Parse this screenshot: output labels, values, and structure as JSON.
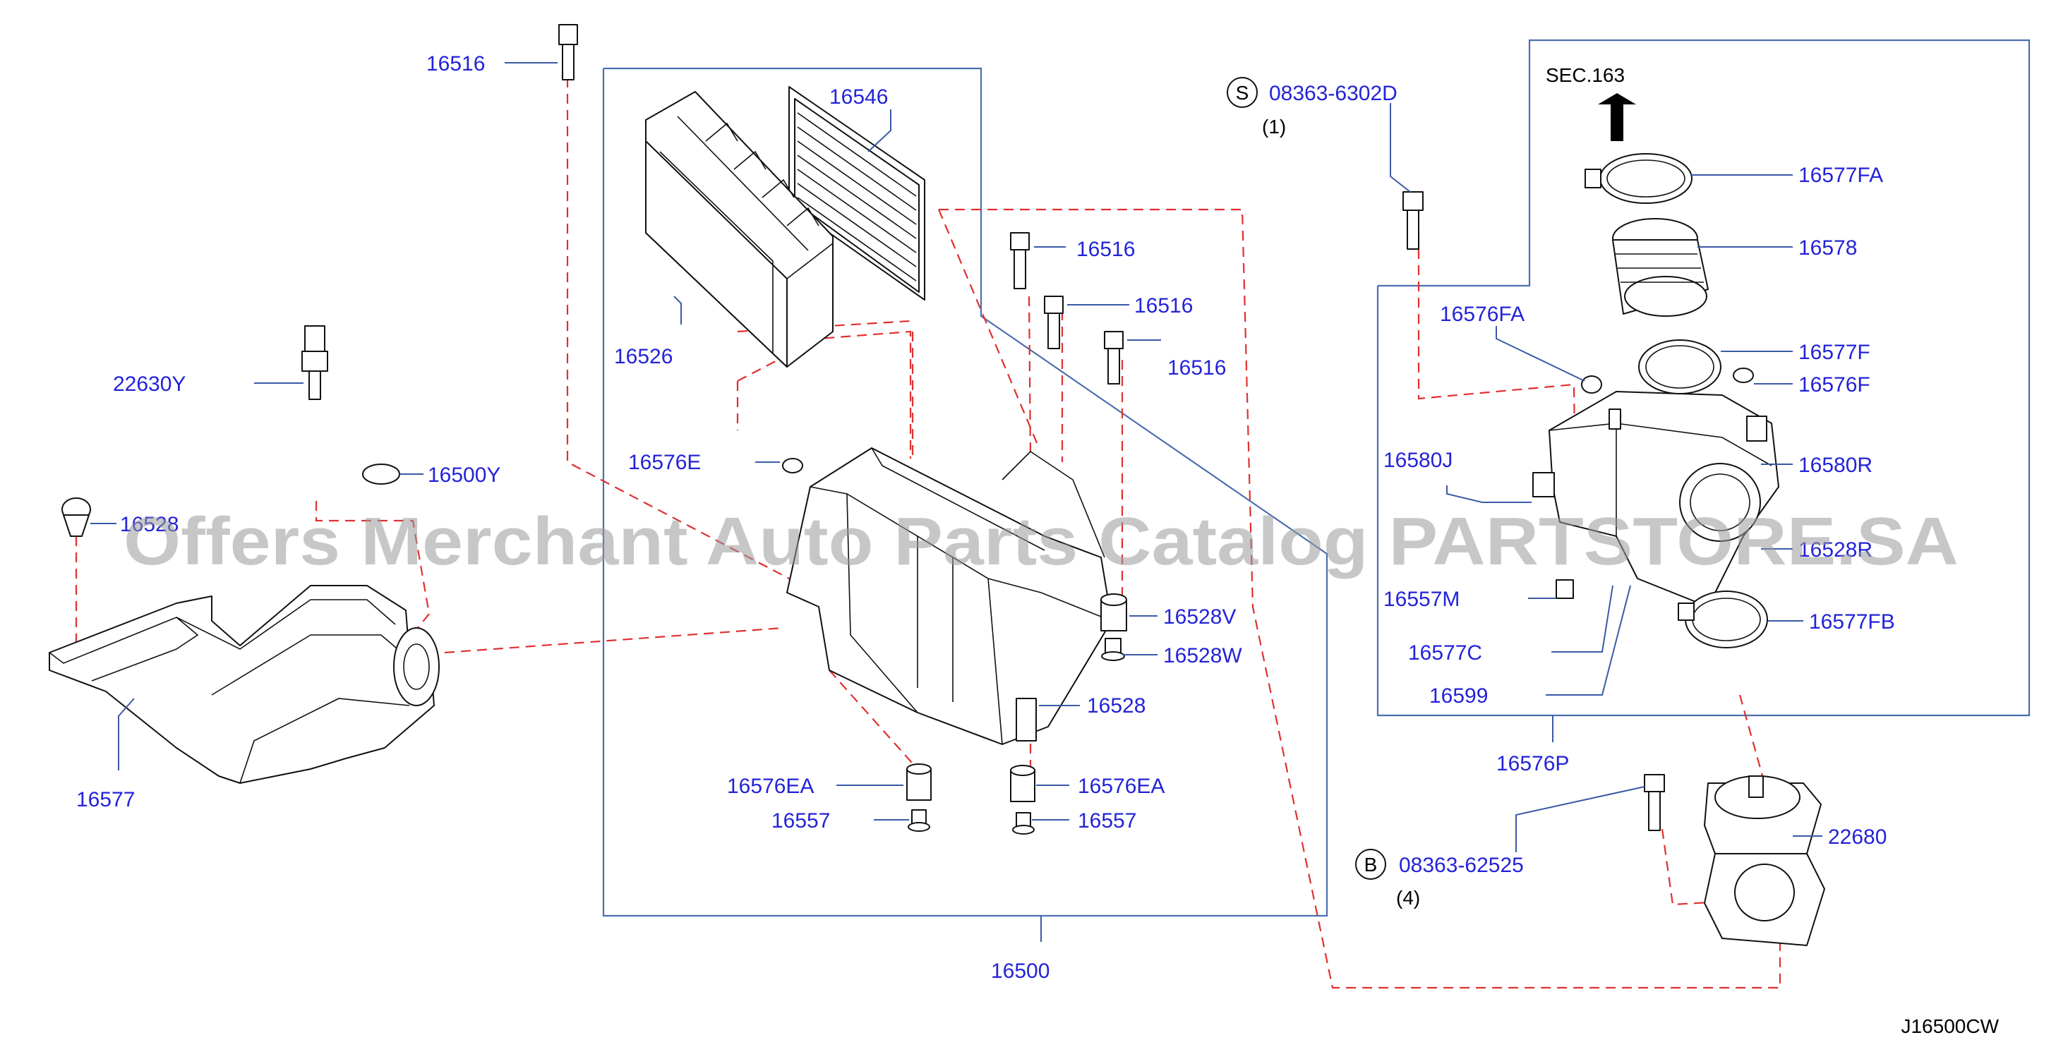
{
  "diagram": {
    "catalog_code": "J16500CW",
    "watermark": "Offers Merchant Auto Parts Catalog PARTSTORE.SA",
    "section_ref": "SEC.163",
    "labels": {
      "p16516_a": "16516",
      "p16546": "16546",
      "p16526": "16526",
      "p16516_b": "16516",
      "p16516_c": "16516",
      "p16516_d": "16516",
      "p22630Y": "22630Y",
      "p16500Y": "16500Y",
      "p16576E": "16576E",
      "p16528_left": "16528",
      "p16577": "16577",
      "p16528V": "16528V",
      "p16528W": "16528W",
      "p16528": "16528",
      "p16576EA_a": "16576EA",
      "p16557_a": "16557",
      "p16576EA_b": "16576EA",
      "p16557_b": "16557",
      "p16500": "16500",
      "p08363_6302D": "08363-6302D",
      "p16577FA": "16577FA",
      "p16578": "16578",
      "p16576FA": "16576FA",
      "p16577F": "16577F",
      "p16576F": "16576F",
      "p16580J": "16580J",
      "p16580R": "16580R",
      "p16528R": "16528R",
      "p16557M": "16557M",
      "p16577FB": "16577FB",
      "p16577C": "16577C",
      "p16599": "16599",
      "p16576P": "16576P",
      "p08363_62525": "08363-62525",
      "p22680": "22680"
    },
    "symbols": {
      "s_letter": "S",
      "s_qty": "(1)",
      "b_letter": "B",
      "b_qty": "(4)"
    }
  }
}
